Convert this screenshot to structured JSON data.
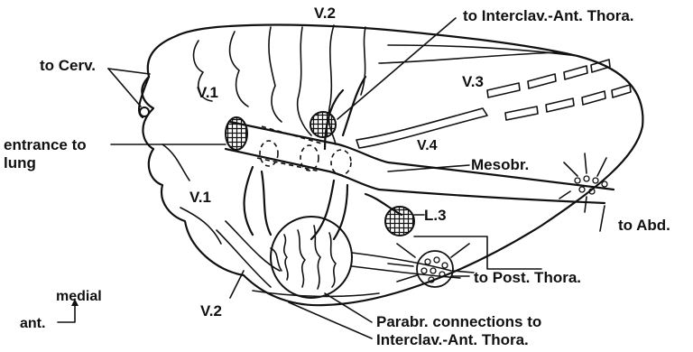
{
  "labels": {
    "to_cerv": "to Cerv.",
    "v2_top": "V.2",
    "to_interclav_top": "to  Interclav.-Ant. Thora.",
    "v1_upper": "V.1",
    "v3": "V.3",
    "entrance_line1": "entrance to",
    "entrance_line2": "lung",
    "v4": "V.4",
    "mesobr": "Mesobr.",
    "v1_lower": "V.1",
    "l3": "L.3",
    "to_abd": "to  Abd.",
    "v2_lower": "V.2",
    "to_post_thora": "to  Post. Thora.",
    "medial": "medial",
    "ant": "ant.",
    "parabr_line1": "Parabr. connections to",
    "parabr_line2": "Interclav.-Ant. Thora."
  }
}
